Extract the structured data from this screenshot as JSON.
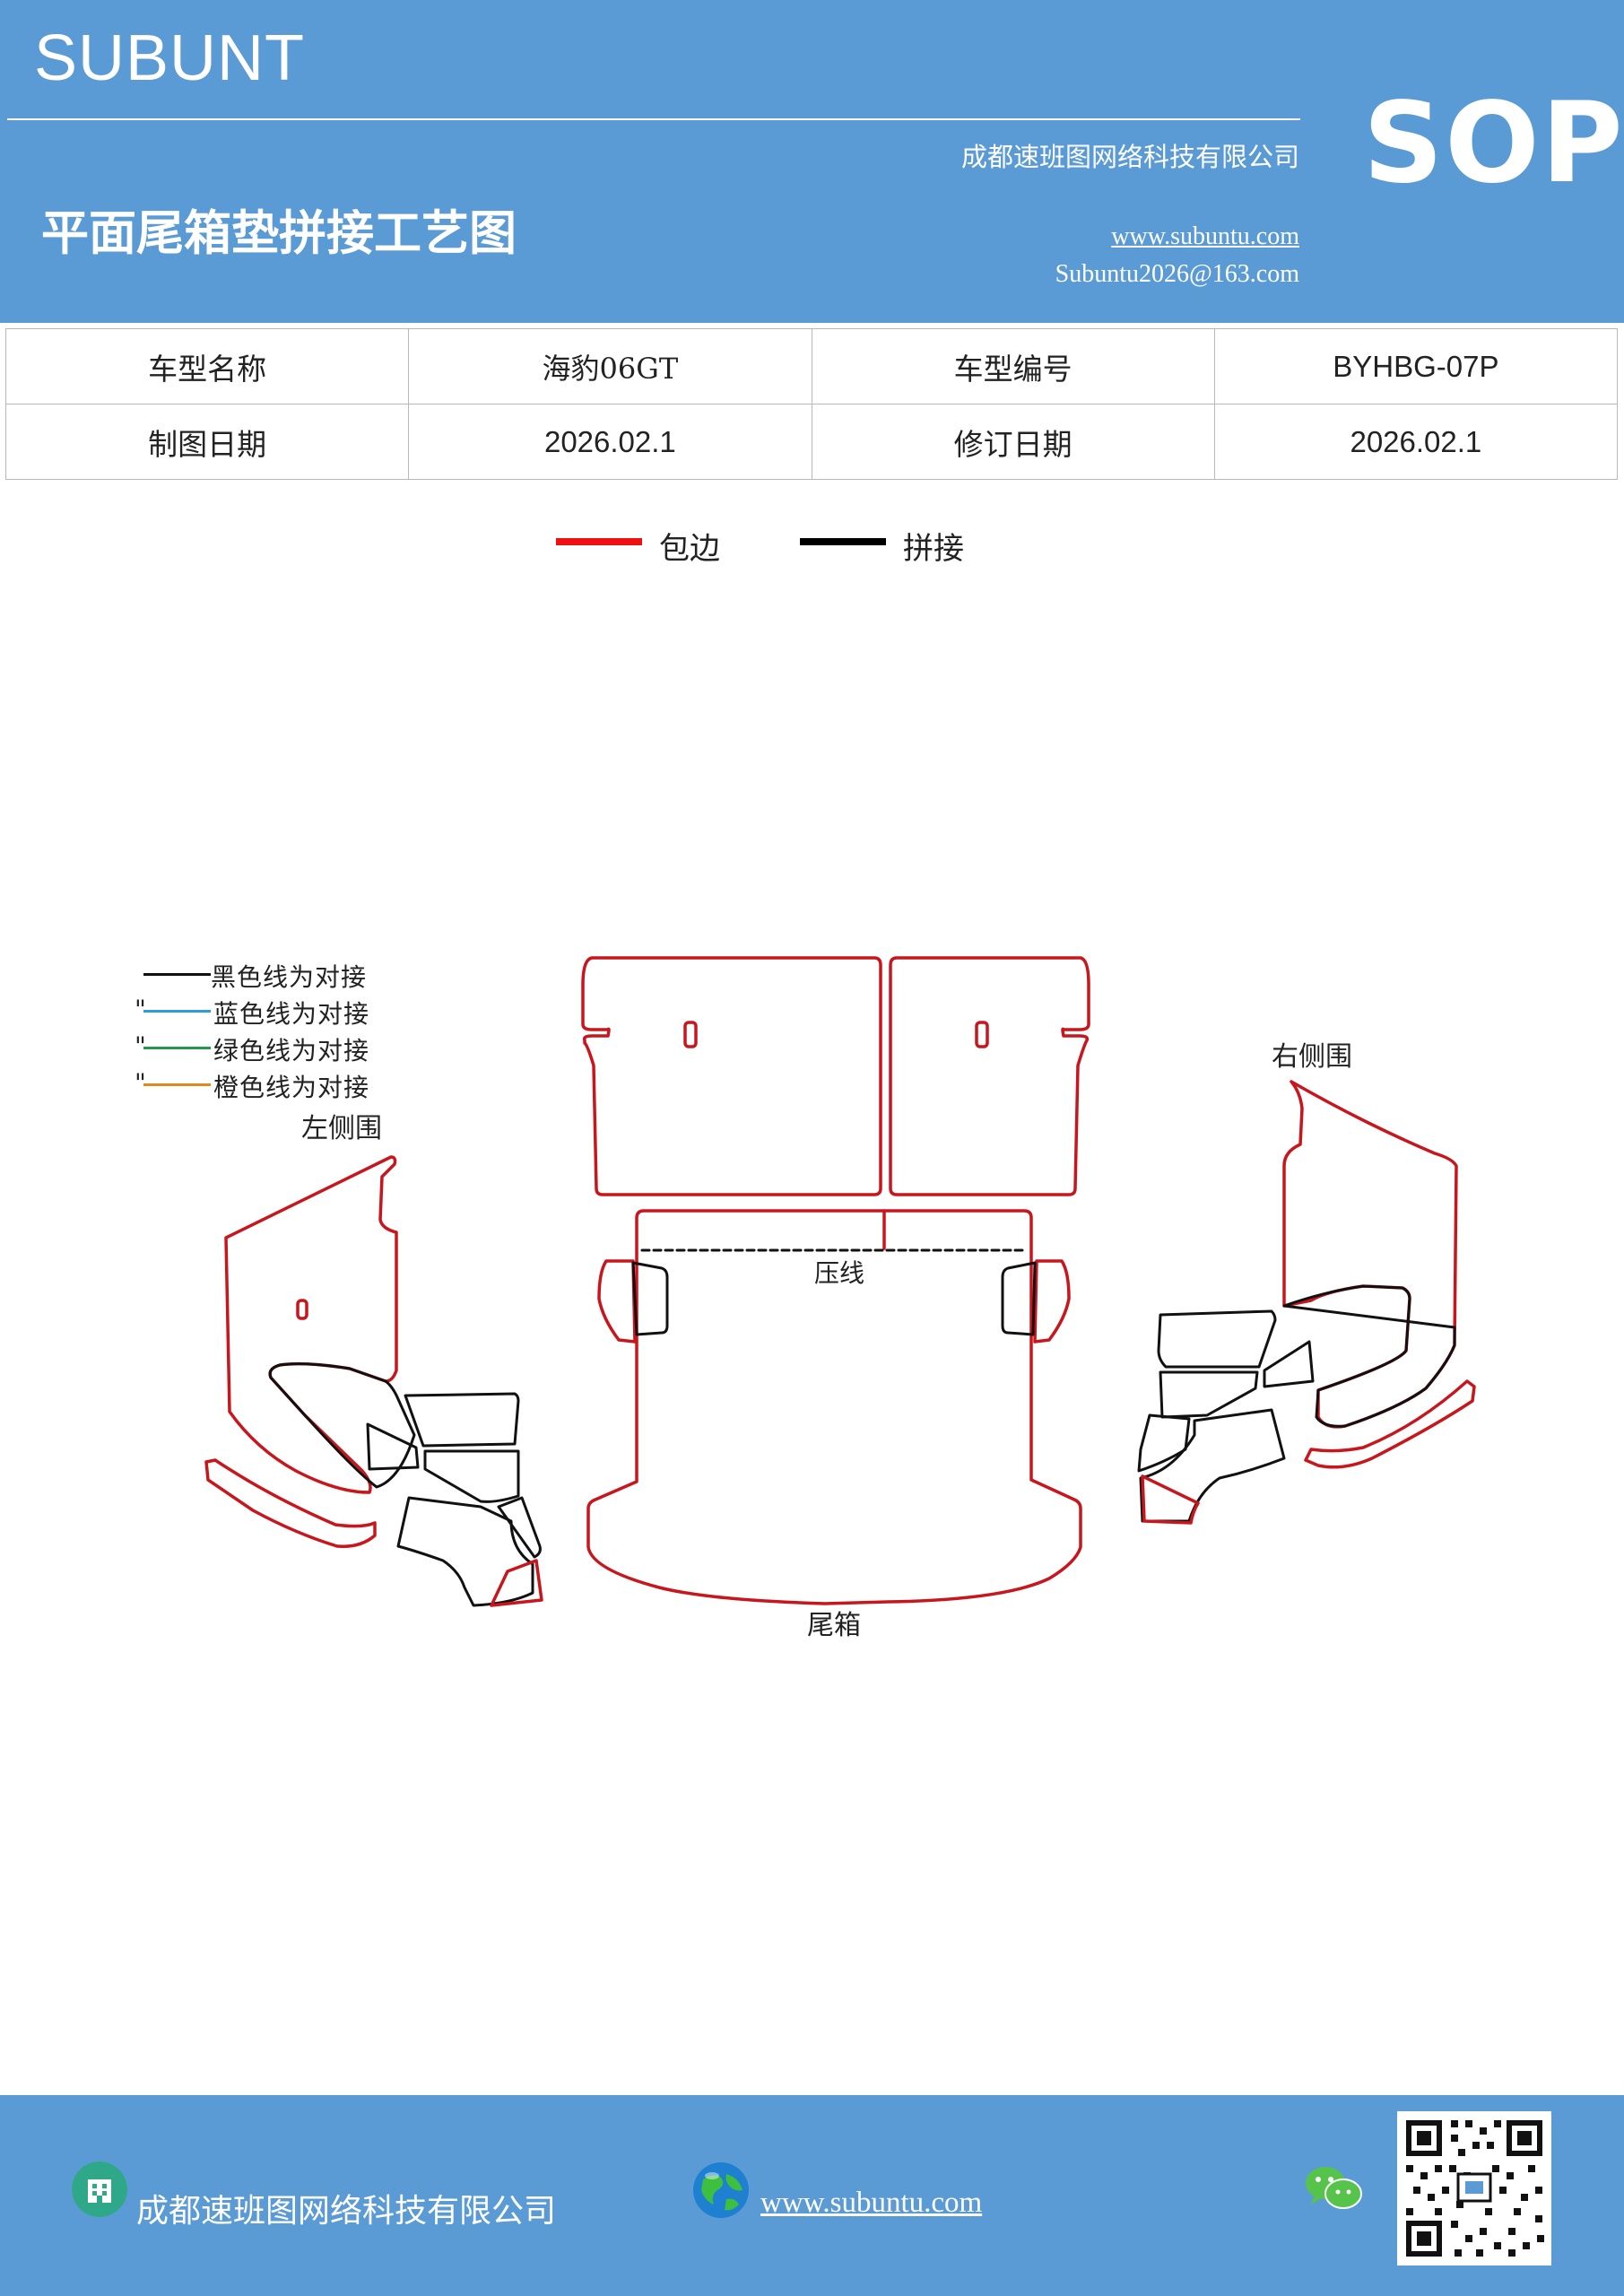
{
  "header": {
    "brand": "SUBUNT",
    "company": "成都速班图网络科技有限公司",
    "title": "平面尾箱垫拼接工艺图",
    "website": "www.subuntu.com",
    "email": "Subuntu2026@163.com",
    "badge": "SOP"
  },
  "info_table": {
    "rows": [
      {
        "label1": "车型名称",
        "value1": "海豹06GT",
        "label2": "车型编号",
        "value2": "BYHBG-07P"
      },
      {
        "label1": "制图日期",
        "value1": "2026.02.1",
        "label2": "修订日期",
        "value2": "2026.02.1"
      }
    ]
  },
  "legend": {
    "items": [
      {
        "label": "包边",
        "color": "#ee1111"
      },
      {
        "label": "拼接",
        "color": "#000000"
      }
    ]
  },
  "diagram": {
    "notes": [
      {
        "quote": "\"",
        "text": "黑色线为对接",
        "color": "#111111"
      },
      {
        "quote": "\"",
        "text": "蓝色线为对接",
        "color": "#2f9bd8"
      },
      {
        "quote": "\"",
        "text": "绿色线为对接",
        "color": "#239a4a"
      },
      {
        "quote": "\"",
        "text": "橙色线为对接",
        "color": "#e08a1e"
      }
    ],
    "labels": {
      "left_side": "左侧围",
      "right_side": "右侧围",
      "press_line": "压线",
      "trunk": "尾箱"
    },
    "colors": {
      "edge": "#c8161d",
      "seam": "#111111"
    }
  },
  "footer": {
    "company": "成都速班图网络科技有限公司",
    "website": "www.subuntu.com ",
    "icons": [
      "building-icon",
      "globe-icon",
      "wechat-icon",
      "qr-code"
    ]
  }
}
